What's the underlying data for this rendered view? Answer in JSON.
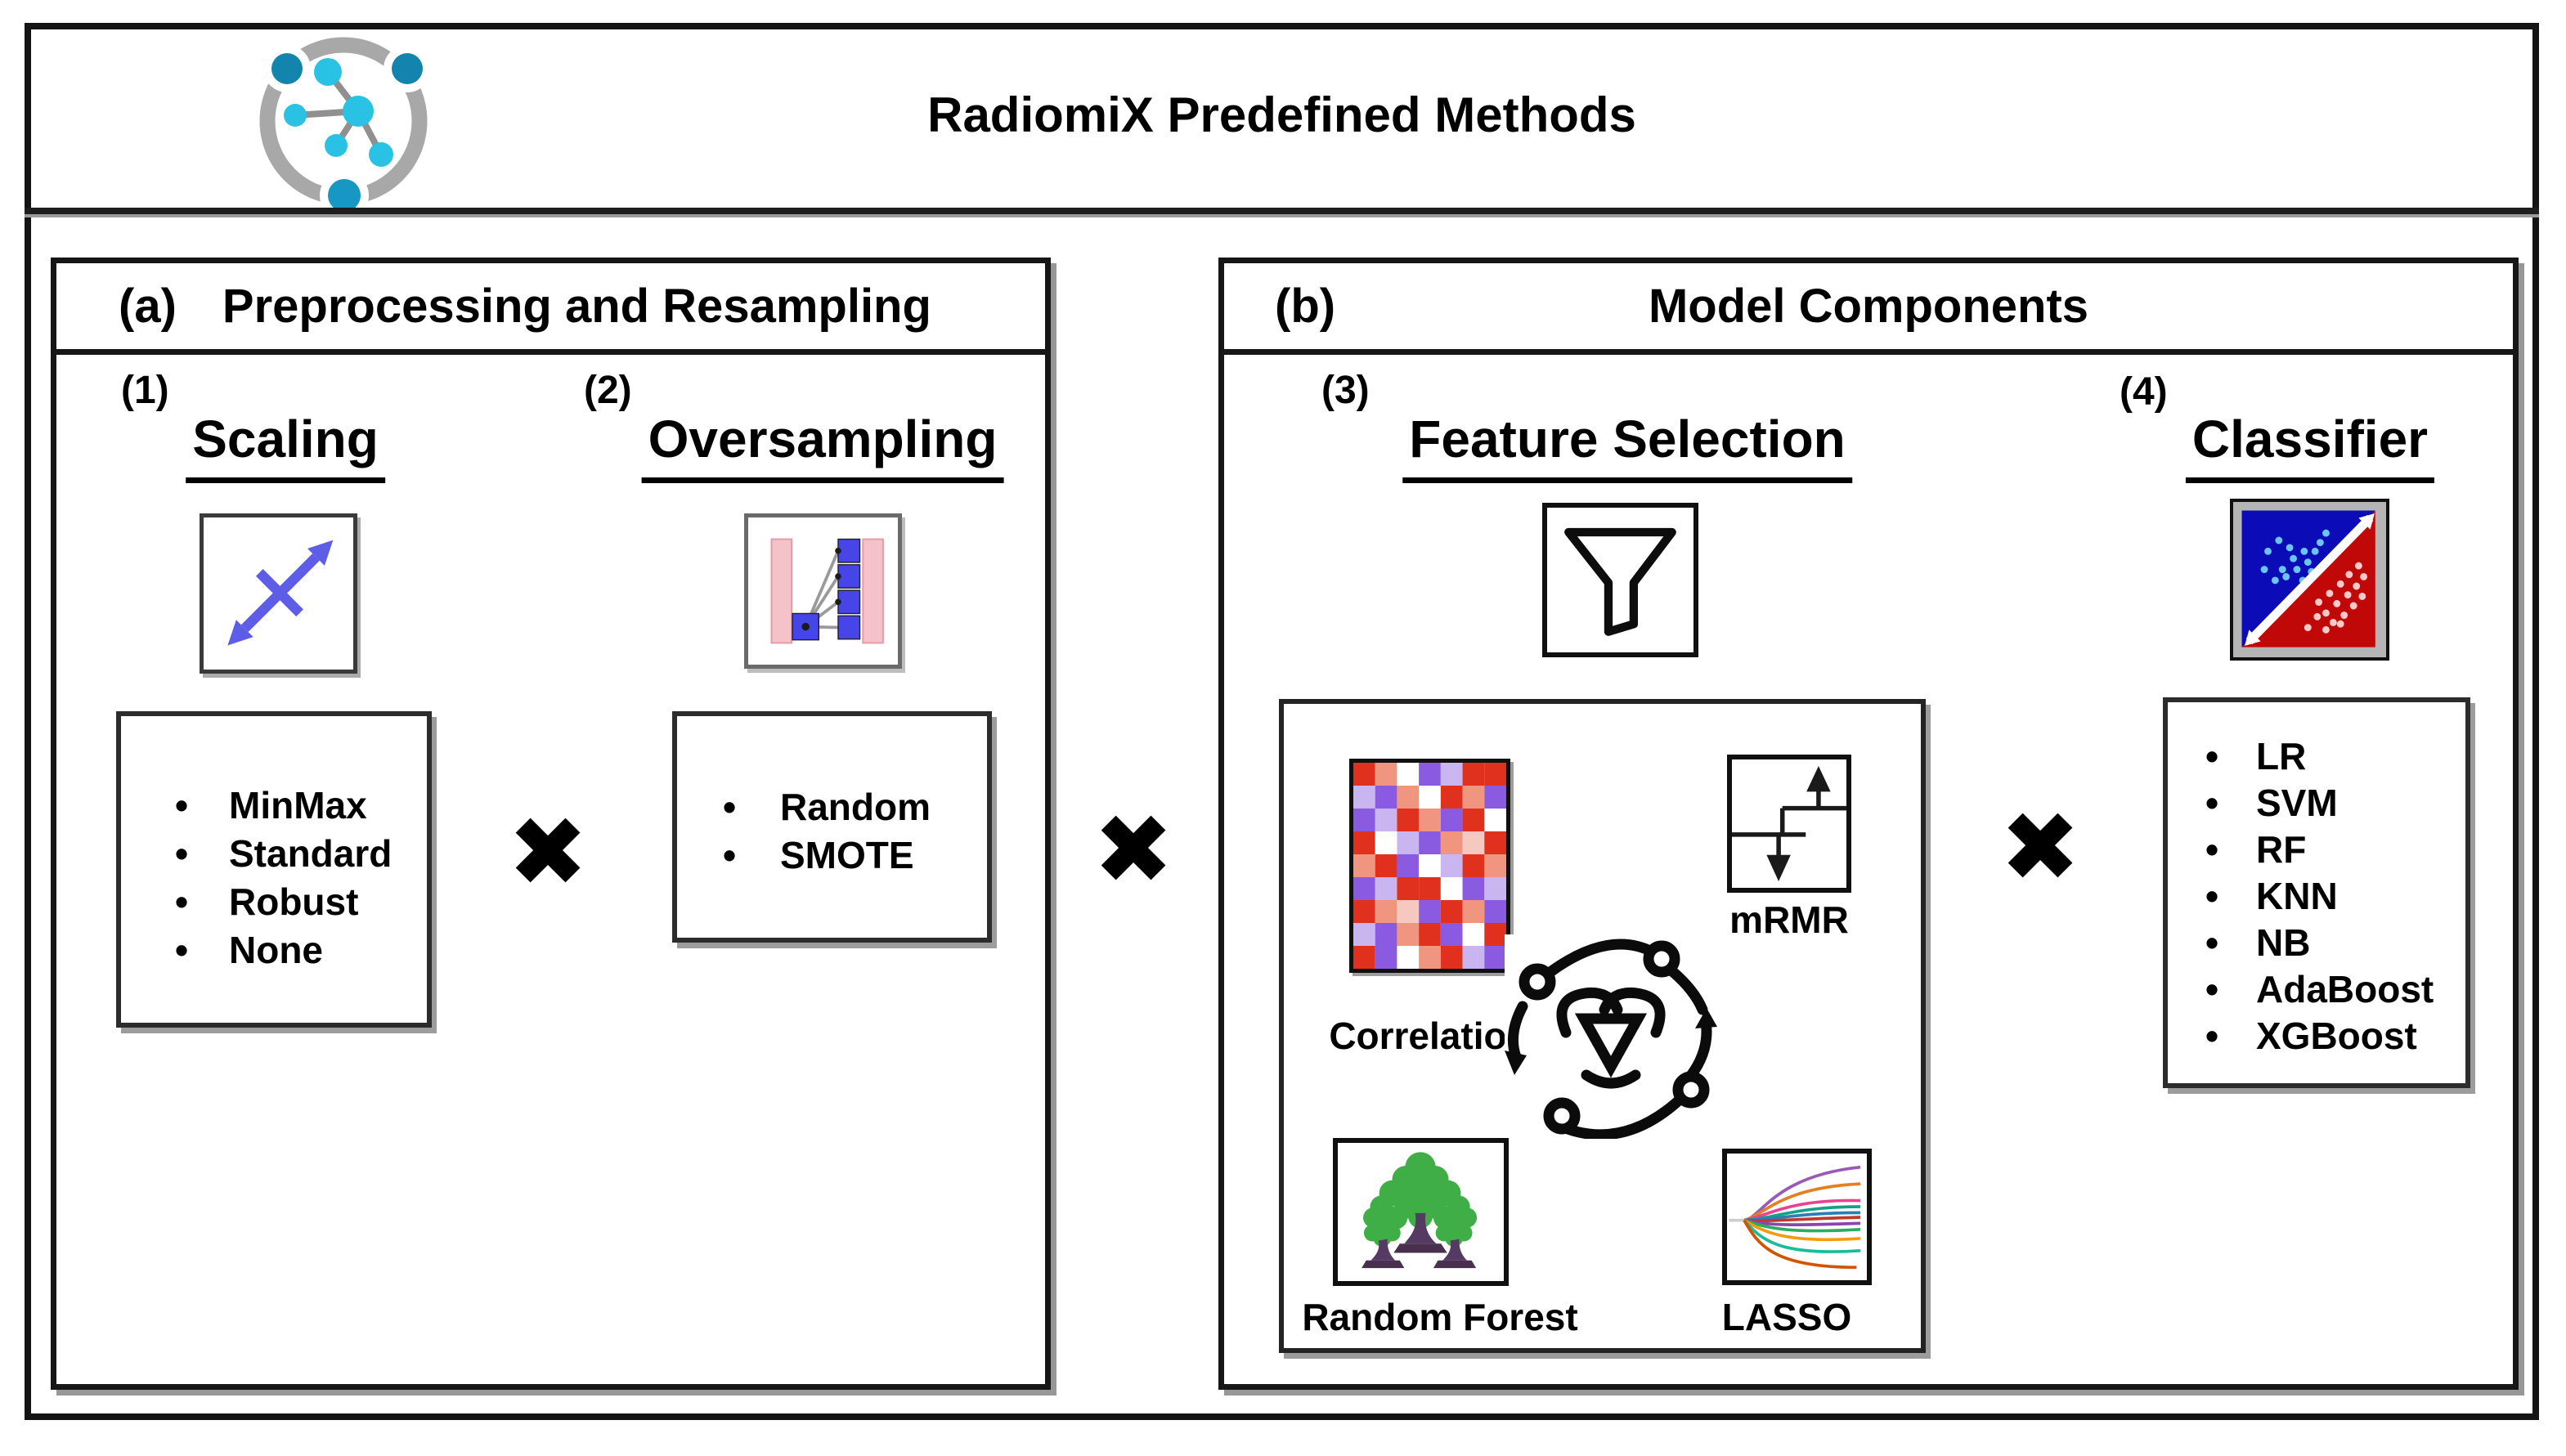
{
  "header": {
    "title": "RadiomiX Predefined Methods"
  },
  "logo": {
    "name": "radiomix-network-logo"
  },
  "operators": {
    "times": "✖"
  },
  "panel_a": {
    "tag": "(a)",
    "title": "Preprocessing and Resampling",
    "scaling": {
      "number": "(1)",
      "title": "Scaling",
      "icon": "diagonal-resize-arrows-icon",
      "options": [
        "MinMax",
        "Standard",
        "Robust",
        "None"
      ]
    },
    "oversampling": {
      "number": "(2)",
      "title": "Oversampling",
      "icon": "smote-oversampling-icon",
      "options": [
        "Random",
        "SMOTE"
      ]
    }
  },
  "panel_b": {
    "tag": "(b)",
    "title": "Model Components",
    "feature_selection": {
      "number": "(3)",
      "title": "Feature Selection",
      "icon": "funnel-filter-icon",
      "center_icon": "iterative-selection-cycle-icon",
      "methods": [
        {
          "label": "Correlation",
          "icon": "correlation-heatmap-icon"
        },
        {
          "label": "mRMR",
          "icon": "mrmr-updown-arrows-icon"
        },
        {
          "label": "Random Forest",
          "icon": "random-forest-trees-icon"
        },
        {
          "label": "LASSO",
          "icon": "lasso-coefficient-paths-icon"
        }
      ]
    },
    "classifier": {
      "number": "(4)",
      "title": "Classifier",
      "icon": "class-separation-scatter-icon",
      "options": [
        "LR",
        "SVM",
        "RF",
        "KNN",
        "NB",
        "AdaBoost",
        "XGBoost"
      ]
    }
  },
  "colors": {
    "scaling_arrow": "#5d5de8",
    "oversampling_pink": "#f6c2c9",
    "oversampling_blue": "#4646e8",
    "classifier_blue": "#0b0bb8",
    "classifier_red": "#c00808",
    "forest_green": "#3fae47",
    "trunk_purple": "#553a63",
    "logo_cyan": "#29c2e4",
    "logo_dark_teal": "#1384ad",
    "logo_ring_gray": "#a8a8a8"
  }
}
